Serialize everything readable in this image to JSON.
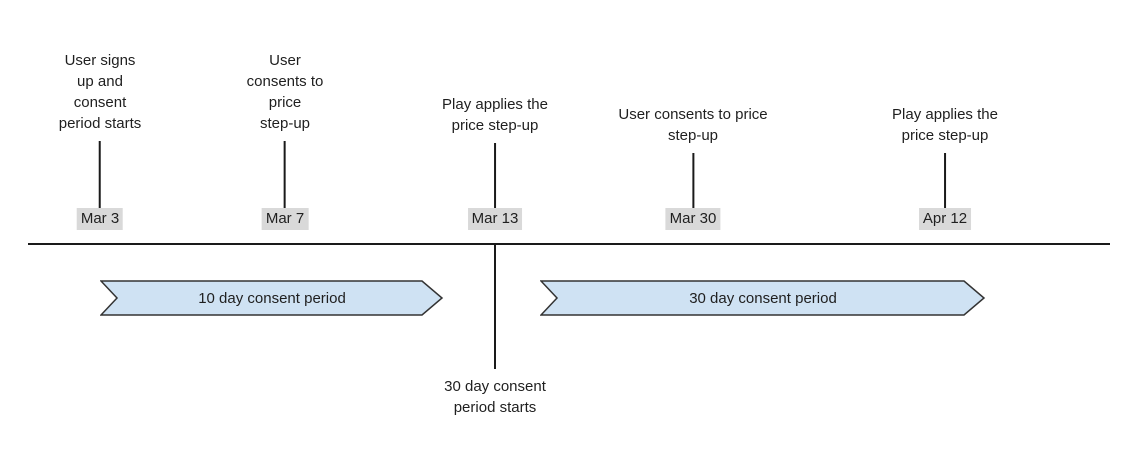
{
  "colors": {
    "arrow_fill": "#cfe2f3",
    "arrow_border": "#333333",
    "date_chip_bg": "#d9d9d9",
    "line": "#1a1a1a"
  },
  "timeline": {
    "events": [
      {
        "label": "User signs\nup and\nconsent\nperiod starts",
        "date": "Mar 3"
      },
      {
        "label": "User\nconsents to\nprice\nstep-up",
        "date": "Mar 7"
      },
      {
        "label": "Play applies the\nprice step-up",
        "date": "Mar 13"
      },
      {
        "label": "User consents to price\nstep-up",
        "date": "Mar 30"
      },
      {
        "label": "Play applies the\nprice step-up",
        "date": "Apr 12"
      }
    ],
    "periods": [
      {
        "label": "10 day consent period"
      },
      {
        "label": "30 day consent period"
      }
    ],
    "annotation": "30 day consent\nperiod starts"
  }
}
